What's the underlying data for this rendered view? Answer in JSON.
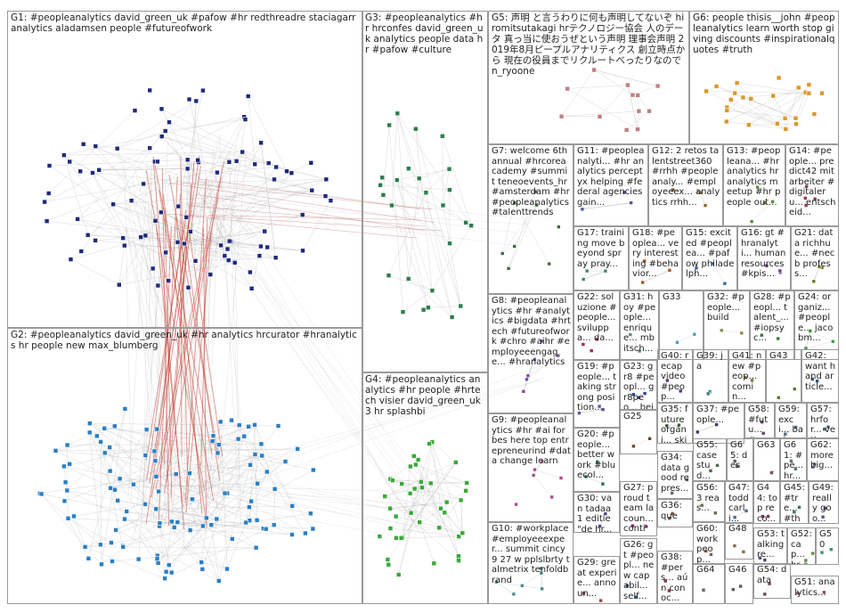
{
  "groups": [
    {
      "id": "G1",
      "label": "G1: #peopleanalytics david_green_uk #pafow #hr redthreadre staciagarr analytics aladamsen people #futureofwork",
      "color": "#1f2a7a",
      "count": 90
    },
    {
      "id": "G2",
      "label": "G2: #peopleanalytics david_green_uk #hr analytics hrcurator #hranalytics hr people new max_blumberg",
      "color": "#2a7fc4",
      "count": 110
    },
    {
      "id": "G3",
      "label": "G3: #peopleanalytics #hr hrconfes david_green_uk analytics people data hr #pafow #culture",
      "color": "#2e7d4f",
      "count": 26
    },
    {
      "id": "G4",
      "label": "G4: #peopleanalytics analytics #hr people #hrtech visier david_green_uk 3 hr splashbi",
      "color": "#3aa83a",
      "count": 40
    },
    {
      "id": "G5",
      "label": "G5: 声明 と言うわりに何も声明してないぞ hiromitsutakagi hrテクノロジー協会 人のデータ 真っ当に使おうぜという声明 理事会声明 2019年8月ピープルアナリティクス 創立時点から 現在の役員までリクルートべったりなので n_ryoone",
      "color": "#c08080",
      "count": 12
    },
    {
      "id": "G6",
      "label": "G6: people thisis__john #peopleanalytics learn worth stop giving discounts #inspirationalquotes #truth",
      "color": "#d99a2b",
      "count": 24
    },
    {
      "id": "G7",
      "label": "G7: welcome 6th annual #hrcoreacademy #summit teneoevents_hr #amsterdam #hr #peopleanalytics #talenttrends",
      "color": "#3c6b3c",
      "count": 8
    },
    {
      "id": "G8",
      "label": "G8: #peopleanalytics #hr #analytics #bigdata #hrtech #futureofwork #chro #aihr #employeeengage... #hranalytics",
      "color": "#7a4fa0",
      "count": 6
    },
    {
      "id": "G9",
      "label": "G9: #peopleanalytics #hr #ai forbes here top entrepreneurind #data change learn",
      "color": "#b04a8a",
      "count": 6
    },
    {
      "id": "G10",
      "label": "G10: #workplace #employeeexper... summit cincy 9 27 w pplslbrty talmetrix tenfoldbrand",
      "color": "#4a8a8a",
      "count": 6
    },
    {
      "id": "G11",
      "label": "G11: #peopleanalyti... #hr analytics perceptyx helping #federal agencies gain...",
      "color": "#4a5aa0",
      "count": 4
    },
    {
      "id": "G12",
      "label": "G12: 2 retos talentstreet360 #rrhh #peopleanaly... #employeeex... analytics rrhh...",
      "color": "#8a6a3a",
      "count": 4
    },
    {
      "id": "G13",
      "label": "G13: #peopleana... #hranalytics hr analytics meetup #hr people out...",
      "color": "#5a8a3a",
      "count": 4
    },
    {
      "id": "G14",
      "label": "G14: #people... predict42 mitarbeiter #digitaleru... entscheid...",
      "color": "#8a3a5a",
      "count": 4
    },
    {
      "id": "G15",
      "label": "G15: excited #peoplea... #pafow philadelph...",
      "color": "#3a6a9a",
      "count": 3
    },
    {
      "id": "G16",
      "label": "G16: gt #hranalyti... human resources #kpis...",
      "color": "#6a3a8a",
      "count": 3
    },
    {
      "id": "G17",
      "label": "G17: training move beyond spray pray...",
      "color": "#3a8a6a",
      "count": 3
    },
    {
      "id": "G18",
      "label": "G18: #peoplea... very interesting #behavior...",
      "color": "#9a5a2a",
      "count": 3
    },
    {
      "id": "G19",
      "label": "G19: #people... taking strong position...",
      "color": "#5a5a9a",
      "count": 3
    },
    {
      "id": "G20",
      "label": "G20: #people... better work #bluecol...",
      "color": "#2a6a5a",
      "count": 3
    },
    {
      "id": "G21",
      "label": "G21: data richhue... #necb profess...",
      "color": "#7a7a2a",
      "count": 3
    },
    {
      "id": "G22",
      "label": "G22: soluzione #people... sviluppa... da...",
      "color": "#9a2a4a",
      "count": 3
    },
    {
      "id": "G23",
      "label": "G23: gr8 #peopl... gr8peo... being...",
      "color": "#2a4a9a",
      "count": 3
    },
    {
      "id": "G24",
      "label": "G24: organiz... #people... jacobm...",
      "color": "#4a9a4a",
      "count": 3
    },
    {
      "id": "G25",
      "label": "G25",
      "color": "#6a4a2a",
      "count": 2
    },
    {
      "id": "G26",
      "label": "G26: gt #peopl... new capabil... self...",
      "color": "#2a5a7a",
      "count": 2
    },
    {
      "id": "G27",
      "label": "G27: proud team lacoun... contin...",
      "color": "#7a2a6a",
      "count": 2
    },
    {
      "id": "G28",
      "label": "G28: #peopl... talent_... #iopsyc...",
      "color": "#3a7a3a",
      "count": 2
    },
    {
      "id": "G29",
      "label": "G29: great experie... announ...",
      "color": "#8a4a4a",
      "count": 2
    },
    {
      "id": "G30",
      "label": "G30: van tadaa 1 editie \"de hr...",
      "color": "#4a4a8a",
      "count": 2
    },
    {
      "id": "G31",
      "label": "G31: hoy #people... enrique... mbitsch...",
      "color": "#5a8a8a",
      "count": 2
    },
    {
      "id": "G32",
      "label": "G32: #people... build",
      "color": "#8a8a4a",
      "count": 2
    },
    {
      "id": "G33",
      "label": "G33",
      "color": "#4aa0c8",
      "count": 2
    },
    {
      "id": "G34",
      "label": "G34: data good repres...",
      "color": "#6a6a6a",
      "count": 2
    },
    {
      "id": "G35",
      "label": "G35: future organi... skip...",
      "color": "#3a5a3a",
      "count": 2
    },
    {
      "id": "G36",
      "label": "G36: que",
      "color": "#7a5a3a",
      "count": 2
    },
    {
      "id": "G37",
      "label": "G37: #people...",
      "color": "#3a3a7a",
      "count": 2
    },
    {
      "id": "G38",
      "label": "G38: #pers... aún conoc...",
      "color": "#7a3a3a",
      "count": 2
    },
    {
      "id": "G39",
      "label": "G39: ja",
      "color": "#3a7a7a",
      "count": 2
    },
    {
      "id": "G40",
      "label": "G40: recap video #peop...",
      "color": "#5a3a7a",
      "count": 2
    },
    {
      "id": "G41",
      "label": "G41: new #peop... comin...",
      "color": "#7a7a3a",
      "count": 2
    },
    {
      "id": "G42",
      "label": "G42: want hand article...",
      "color": "#3a5a7a",
      "count": 2
    },
    {
      "id": "G43",
      "label": "G43",
      "color": "#5a7a3a",
      "count": 2
    },
    {
      "id": "G44",
      "label": "G44: top reco...",
      "color": "#7a3a5a",
      "count": 2
    },
    {
      "id": "G45",
      "label": "G45: #tre... #the...",
      "color": "#3a7a5a",
      "count": 2
    },
    {
      "id": "G46",
      "label": "G46",
      "color": "#5a5a5a",
      "count": 2
    },
    {
      "id": "G47",
      "label": "G47: todd carli...",
      "color": "#4a6a8a",
      "count": 2
    },
    {
      "id": "G48",
      "label": "G48",
      "color": "#8a6a4a",
      "count": 2
    },
    {
      "id": "G49",
      "label": "G49: really goo...",
      "color": "#6a4a8a",
      "count": 2
    },
    {
      "id": "G50",
      "label": "G50",
      "color": "#4a8a6a",
      "count": 2
    },
    {
      "id": "G51",
      "label": "G51: analytics...",
      "color": "#8a4a6a",
      "count": 2
    },
    {
      "id": "G52",
      "label": "G52: cap... hr ana...",
      "color": "#6a8a4a",
      "count": 2
    },
    {
      "id": "G53",
      "label": "G53: talking re...",
      "color": "#4a4a6a",
      "count": 2
    },
    {
      "id": "G54",
      "label": "G54: data",
      "color": "#6a4a4a",
      "count": 2
    },
    {
      "id": "G55",
      "label": "G55: case stud...",
      "color": "#4a6a4a",
      "count": 2
    },
    {
      "id": "G56",
      "label": "G56: 3 reas...",
      "color": "#6a6a4a",
      "count": 2
    },
    {
      "id": "G57",
      "label": "G57: hrfor... vetter...",
      "color": "#4a6a6a",
      "count": 2
    },
    {
      "id": "G58",
      "label": "G58: #futu... #peo...",
      "color": "#6a4a6a",
      "count": 2
    },
    {
      "id": "G59",
      "label": "G59: exci... back...",
      "color": "#5a6a7a",
      "count": 2
    },
    {
      "id": "G60",
      "label": "G60: work peop...",
      "color": "#7a6a5a",
      "count": 2
    },
    {
      "id": "G61",
      "label": "G61: #pe... hr...",
      "color": "#5a7a6a",
      "count": 2
    },
    {
      "id": "G62",
      "label": "G62: more big...",
      "color": "#6a5a7a",
      "count": 2
    },
    {
      "id": "G63",
      "label": "G63",
      "color": "#7a5a6a",
      "count": 2
    },
    {
      "id": "G64",
      "label": "G64",
      "color": "#5a6a5a",
      "count": 2
    },
    {
      "id": "G65",
      "label": "G65: des",
      "color": "#6a5a5a",
      "count": 2
    }
  ]
}
